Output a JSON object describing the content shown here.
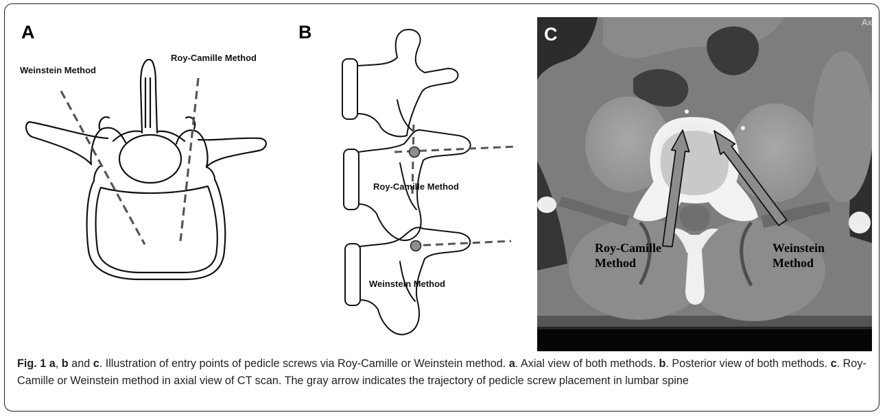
{
  "panels": {
    "a": {
      "letter": "A",
      "label_weinstein": "Weinstein Method",
      "label_roy_camille": "Roy-Camille Method"
    },
    "b": {
      "letter": "B",
      "label_roy_camille": "Roy-Camille Method",
      "label_weinstein": "Weinstein Method"
    },
    "c": {
      "letter": "C",
      "corner_text": "Ax",
      "label_roy_camille_line1": "Roy-Camille",
      "label_roy_camille_line2": "Method",
      "label_weinstein_line1": "Weinstein",
      "label_weinstein_line2": "Method"
    }
  },
  "caption": {
    "fig_label": "Fig. 1",
    "a": "a",
    "sep1": ", ",
    "b": "b",
    "and": " and ",
    "c": "c",
    "intro": ". Illustration of entry points of pedicle screws via Roy-Camille or Weinstein method. ",
    "a2": "a",
    "a_text": ". Axial view of both methods. ",
    "b2": "b",
    "b_text": ". Posterior view of both methods. ",
    "c2": "c",
    "c_text": ". Roy-Camille or Weinstein method in axial view of CT scan. The gray arrow indicates the trajectory of pedicle screw placement in lumbar spine"
  },
  "colors": {
    "line": "#111111",
    "dashed": "#555555",
    "entry_point_fill": "#8e8e8e",
    "arrow_fill": "#8c8c8c",
    "ct_background": "#7f7f7f"
  }
}
